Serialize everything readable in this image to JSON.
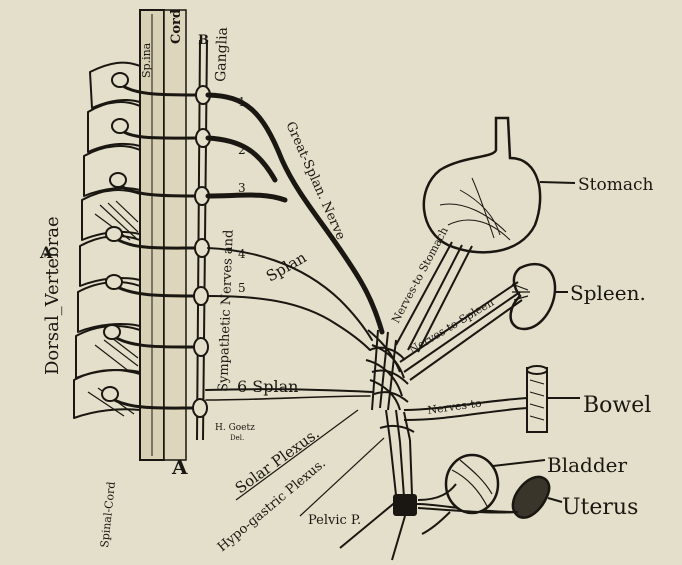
{
  "labels": {
    "dorsal_vertebrae": "Dorsal_Vertebrae",
    "spinal_cord": "Spinal-Cord",
    "spinal_cord_top": "Sp.ina",
    "cord_top_letter": "Cord",
    "letter_a_upper": "A",
    "letter_a_lower": "A",
    "letter_b": "B",
    "ganglia": "Ganglia",
    "sympathetic_nerves": "Sympathetic Nerves and",
    "great_splanchnic": "Great-Splan. Nerve",
    "splan_small": "Splan",
    "six_splan": "6 Splan",
    "solar_plexus": "Solar Plexus.",
    "hypogastric_plexus": "Hypo-gastric Plexus.",
    "pelvic_p": "Pelvic P.",
    "nerves_to_stomach": "Nerves-to Stomach",
    "nerves_to_spleen": "Nerves-to-Spleen",
    "nerves_to_bowel": "Nerves-to",
    "stomach": "Stomach",
    "spleen": "Spleen.",
    "bowel": "Bowel",
    "bladder": "Bladder",
    "uterus": "Uterus",
    "artist": "H. Goetz",
    "artist_sub": "Del.",
    "num_1": "1",
    "num_2": "2",
    "num_3": "3",
    "num_4": "4",
    "num_5": "5"
  },
  "colors": {
    "paper": "#e4dfca",
    "ink": "#1a1712"
  }
}
